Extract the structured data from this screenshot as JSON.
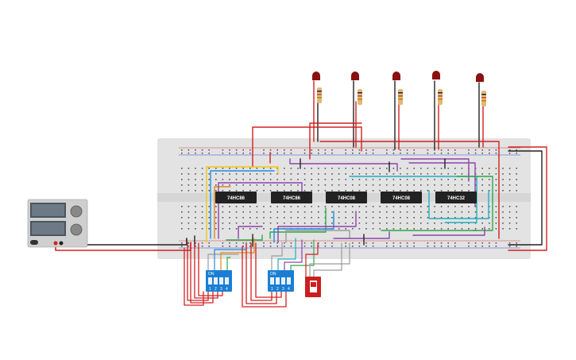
{
  "app": {
    "title": "Breadboard circuit"
  },
  "chips": [
    {
      "label": "74HC86"
    },
    {
      "label": "74HC86"
    },
    {
      "label": "74HC08"
    },
    {
      "label": "74HC08"
    },
    {
      "label": "74HC32"
    }
  ],
  "dip_switches": [
    {
      "label": "ON",
      "positions": [
        "1",
        "2",
        "3",
        "4"
      ]
    },
    {
      "label": "ON",
      "positions": [
        "1",
        "2",
        "3",
        "4"
      ]
    }
  ],
  "leds": [
    {
      "color": "#8b1010"
    },
    {
      "color": "#8b1010"
    },
    {
      "color": "#8b1010"
    },
    {
      "color": "#8b1010"
    },
    {
      "color": "#8b1010"
    }
  ],
  "colors": {
    "breadboard": "#e6e6e6",
    "chip": "#222222",
    "dip": "#1a7fd4",
    "wire_red": "#d42020",
    "wire_black": "#222222",
    "slide_switch": "#cc1e1e"
  }
}
